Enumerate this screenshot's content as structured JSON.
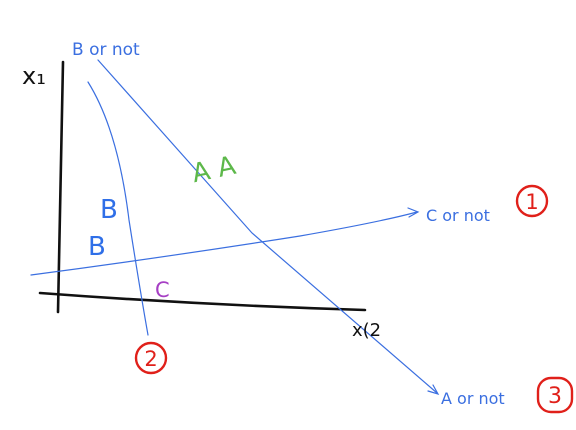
{
  "colors": {
    "axes": "#111111",
    "boundary": "#3b6fe0",
    "label_b": "#2f6fe8",
    "label_a": "#5db84a",
    "label_c": "#a63fc4",
    "circle": "#e0201a"
  },
  "axes": {
    "x1_label": "x₁",
    "x2_label": "x(2"
  },
  "boundaries": [
    {
      "text": "B or not",
      "number": ""
    },
    {
      "text": "C or not",
      "number": "1"
    },
    {
      "text": "A or not",
      "number": "3"
    },
    {
      "text": "",
      "number": "2"
    }
  ],
  "regions": {
    "a_pair": "A A",
    "b_upper": "B",
    "b_lower": "B",
    "c": "C"
  }
}
